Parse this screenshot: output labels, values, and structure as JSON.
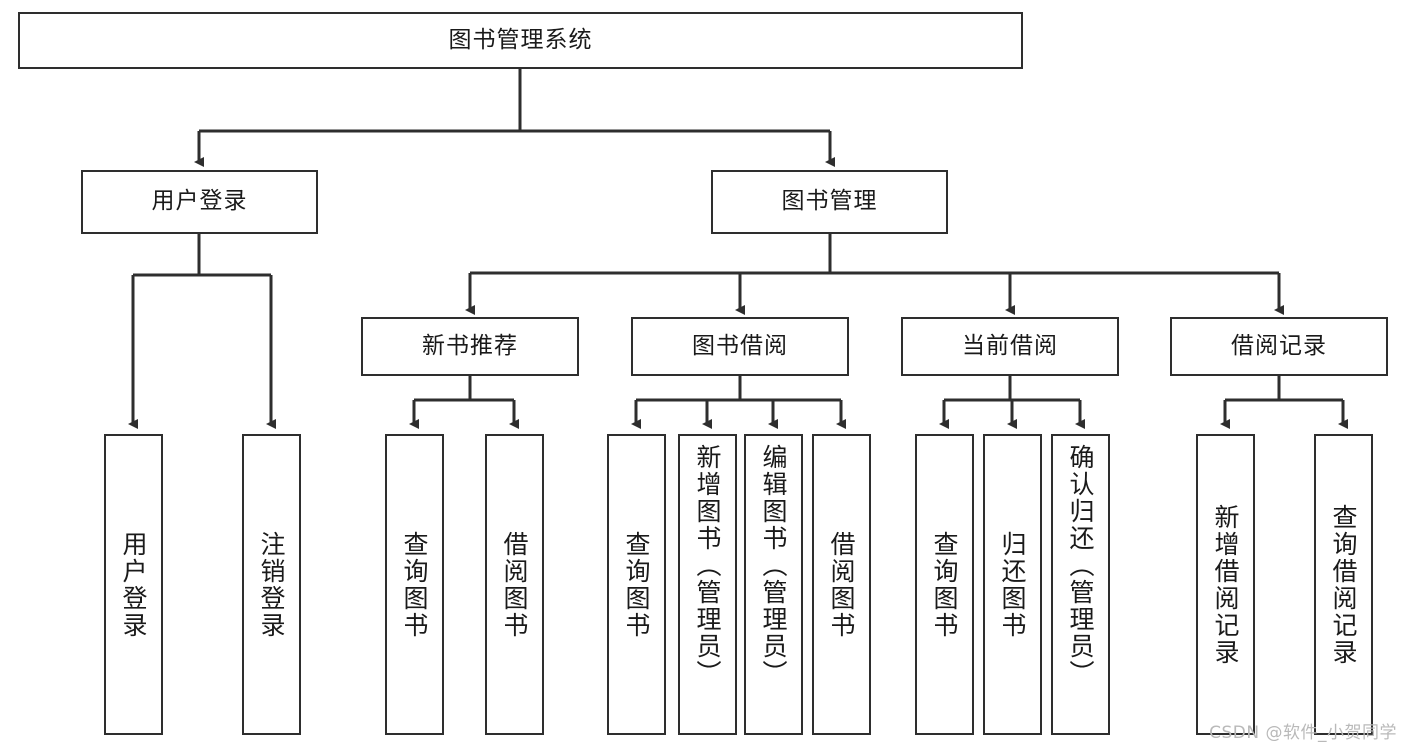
{
  "diagram": {
    "title": "图书管理系统",
    "type": "tree",
    "background_color": "#ffffff",
    "line_color": "#2e2e2e",
    "text_color": "#1a1a1a"
  },
  "nodes": {
    "root": {
      "label": "图书管理系统"
    },
    "level2": [
      {
        "id": "user-login",
        "label": "用户登录"
      },
      {
        "id": "book-manage",
        "label": "图书管理"
      }
    ],
    "level3": [
      {
        "id": "new-book-recommend",
        "label": "新书推荐"
      },
      {
        "id": "book-borrow",
        "label": "图书借阅"
      },
      {
        "id": "current-borrow",
        "label": "当前借阅"
      },
      {
        "id": "borrow-record",
        "label": "借阅记录"
      }
    ],
    "leaves": {
      "user_login": [
        {
          "id": "leaf-user-login",
          "label": "用户登录"
        },
        {
          "id": "leaf-logout",
          "label": "注销登录"
        }
      ],
      "new_book_recommend": [
        {
          "id": "leaf-query-book-1",
          "label": "查询图书"
        },
        {
          "id": "leaf-borrow-book-1",
          "label": "借阅图书"
        }
      ],
      "book_borrow": [
        {
          "id": "leaf-query-book-2",
          "label": "查询图书"
        },
        {
          "id": "leaf-add-book",
          "label": "新增图书（管理员）"
        },
        {
          "id": "leaf-edit-book",
          "label": "编辑图书（管理员）"
        },
        {
          "id": "leaf-borrow-book-2",
          "label": "借阅图书"
        }
      ],
      "current_borrow": [
        {
          "id": "leaf-query-book-3",
          "label": "查询图书"
        },
        {
          "id": "leaf-return-book",
          "label": "归还图书"
        },
        {
          "id": "leaf-confirm-return",
          "label": "确认归还（管理员）"
        }
      ],
      "borrow_record": [
        {
          "id": "leaf-add-record",
          "label": "新增借阅记录"
        },
        {
          "id": "leaf-query-record",
          "label": "查询借阅记录"
        }
      ]
    }
  },
  "watermark": {
    "text": "CSDN @软件_小贺同学"
  },
  "chart_data": {
    "type": "table",
    "title": "图书管理系统",
    "hierarchy": [
      {
        "label": "图书管理系统",
        "children": [
          {
            "label": "用户登录",
            "children": [
              {
                "label": "用户登录"
              },
              {
                "label": "注销登录"
              }
            ]
          },
          {
            "label": "图书管理",
            "children": [
              {
                "label": "新书推荐",
                "children": [
                  {
                    "label": "查询图书"
                  },
                  {
                    "label": "借阅图书"
                  }
                ]
              },
              {
                "label": "图书借阅",
                "children": [
                  {
                    "label": "查询图书"
                  },
                  {
                    "label": "新增图书（管理员）"
                  },
                  {
                    "label": "编辑图书（管理员）"
                  },
                  {
                    "label": "借阅图书"
                  }
                ]
              },
              {
                "label": "当前借阅",
                "children": [
                  {
                    "label": "查询图书"
                  },
                  {
                    "label": "归还图书"
                  },
                  {
                    "label": "确认归还（管理员）"
                  }
                ]
              },
              {
                "label": "借阅记录",
                "children": [
                  {
                    "label": "新增借阅记录"
                  },
                  {
                    "label": "查询借阅记录"
                  }
                ]
              }
            ]
          }
        ]
      }
    ]
  }
}
